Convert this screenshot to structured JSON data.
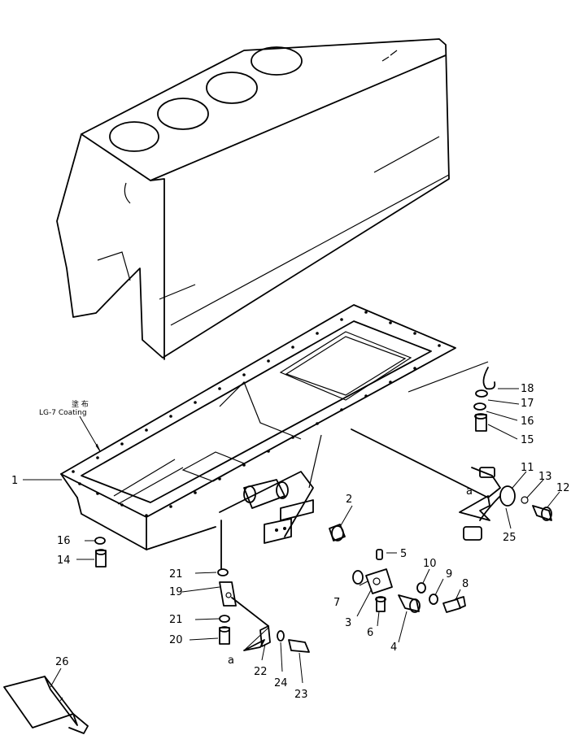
{
  "annotations": {
    "coating_kanji": "塗 布",
    "coating_text": "LG-7  Coating",
    "view_arrow_1": "a",
    "view_arrow_2": "a"
  },
  "callouts": [
    "1",
    "2",
    "3",
    "4",
    "5",
    "6",
    "7",
    "8",
    "9",
    "10",
    "11",
    "12",
    "13",
    "14",
    "15",
    "16",
    "16",
    "17",
    "18",
    "19",
    "20",
    "21",
    "21",
    "22",
    "23",
    "24",
    "25",
    "26"
  ]
}
